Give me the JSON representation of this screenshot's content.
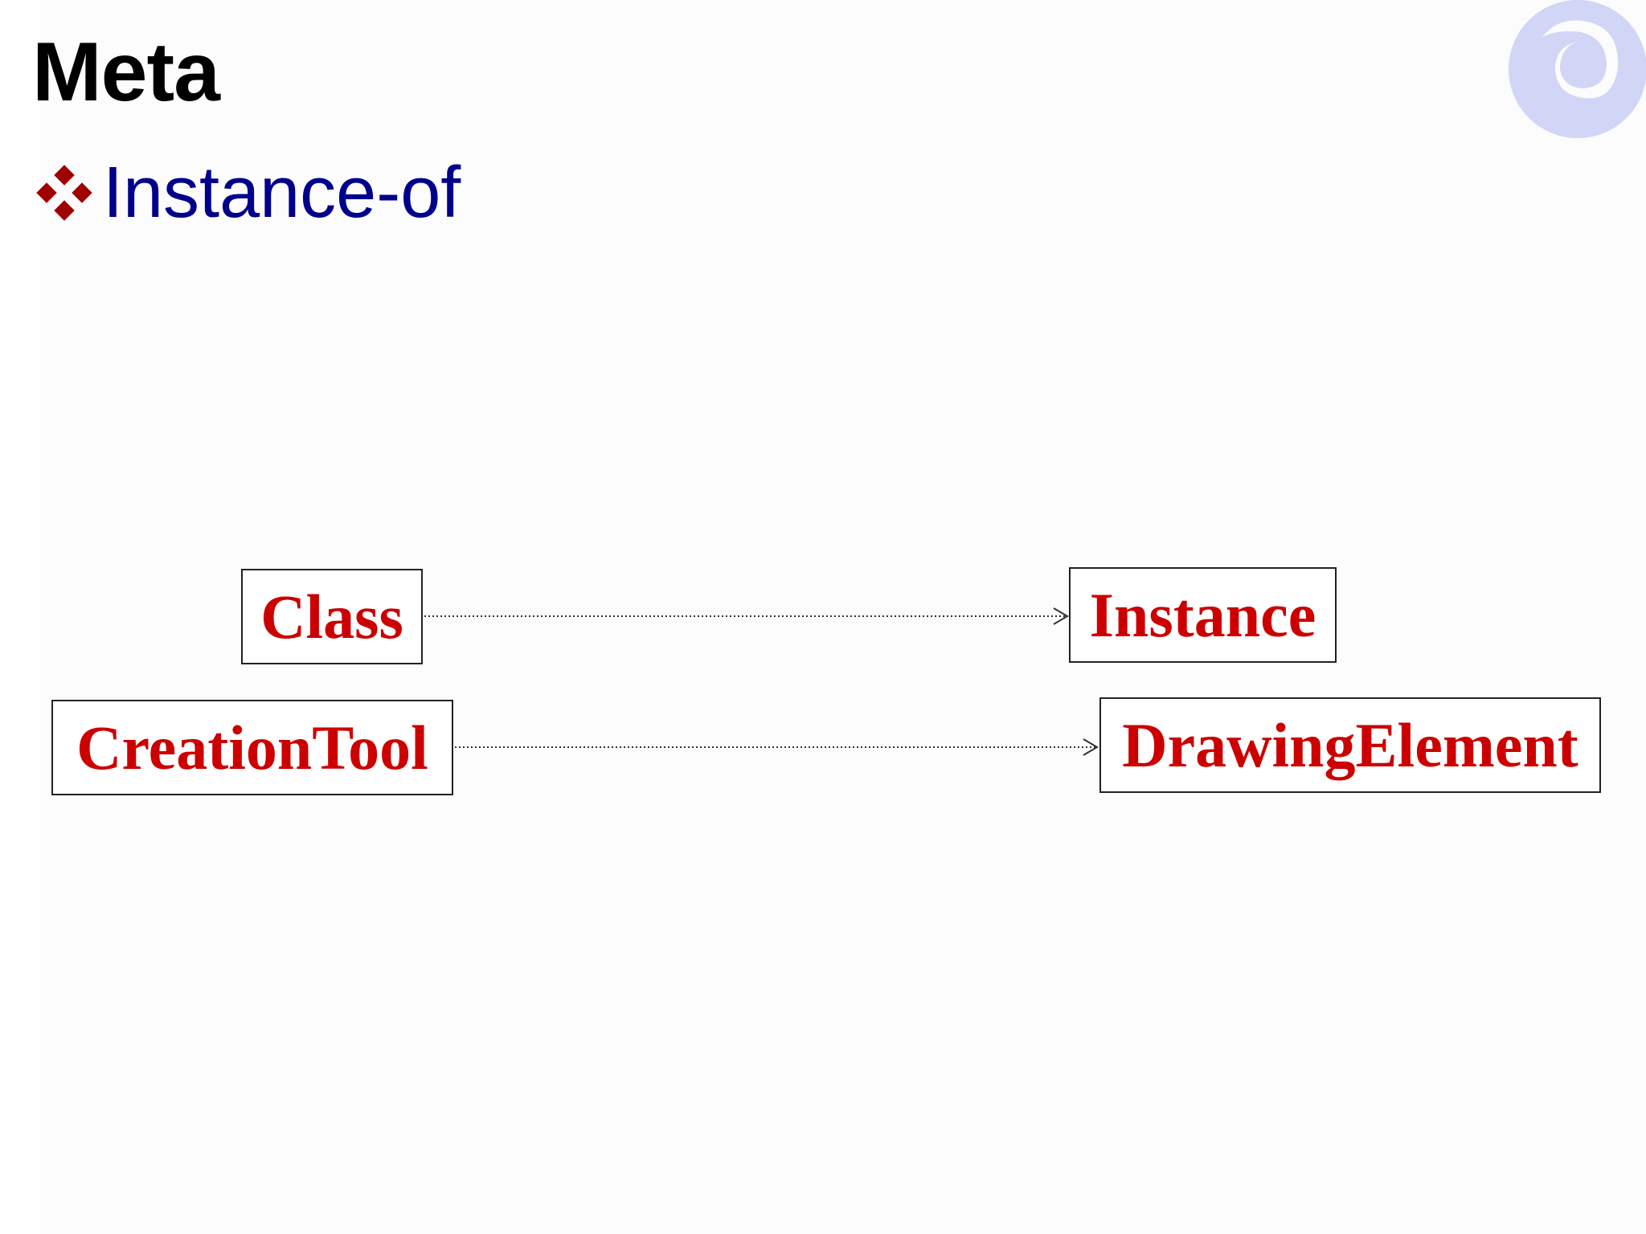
{
  "slide": {
    "title": "Meta",
    "bullet": {
      "icon": "diamond-cluster-icon",
      "text": "Instance-of"
    }
  },
  "logo": {
    "icon": "crescent-ring-logo",
    "color": "#cdd2f6"
  },
  "diagram": {
    "nodes": [
      {
        "id": "class",
        "label": "Class"
      },
      {
        "id": "instance",
        "label": "Instance"
      },
      {
        "id": "creationtool",
        "label": "CreationTool"
      },
      {
        "id": "drawingelement",
        "label": "DrawingElement"
      }
    ],
    "edges": [
      {
        "from": "class",
        "to": "instance",
        "style": "dotted",
        "arrow": "open"
      },
      {
        "from": "creationtool",
        "to": "drawingelement",
        "style": "dotted",
        "arrow": "open"
      }
    ]
  },
  "colors": {
    "title": "#000000",
    "bullet_text": "#00008b",
    "bullet_icon": "#a00000",
    "node_text": "#cc0000",
    "node_border": "#222222"
  }
}
